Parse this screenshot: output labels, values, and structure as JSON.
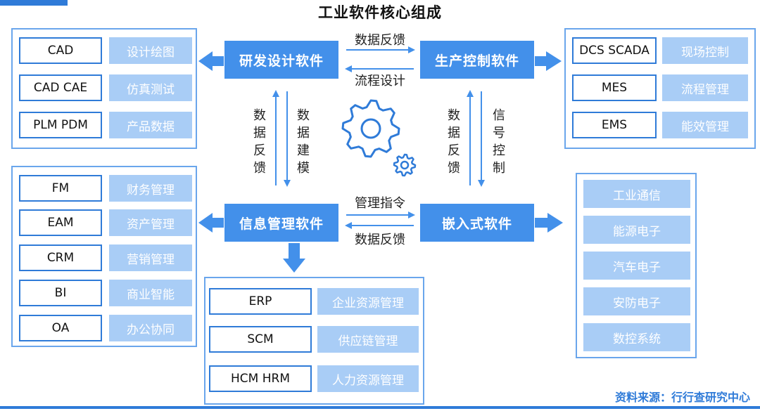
{
  "title": "工业软件核心组成",
  "source": "资料来源：行行查研究中心",
  "colors": {
    "accent": "#2f7bd8",
    "core": "#4390ea",
    "light": "#a9cdf6",
    "panel_border": "#6aa6ec"
  },
  "core": {
    "rd": "研发设计软件",
    "prod": "生产控制软件",
    "info": "信息管理软件",
    "embed": "嵌入式软件"
  },
  "links": {
    "rd_prod_top": "数据反馈",
    "rd_prod_bottom": "流程设计",
    "info_embed_top": "管理指令",
    "info_embed_bottom": "数据反馈",
    "rd_info_left": "数据反馈",
    "rd_info_right": "数据建模",
    "prod_embed_left": "数据反馈",
    "prod_embed_right": "信号控制"
  },
  "rd_panel": [
    {
      "code": "CAD",
      "desc": "设计绘图"
    },
    {
      "code": "CAD CAE",
      "desc": "仿真测试"
    },
    {
      "code": "PLM PDM",
      "desc": "产品数据"
    }
  ],
  "prod_panel": [
    {
      "code": "DCS SCADA",
      "desc": "现场控制"
    },
    {
      "code": "MES",
      "desc": "流程管理"
    },
    {
      "code": "EMS",
      "desc": "能效管理"
    }
  ],
  "info_panel": [
    {
      "code": "FM",
      "desc": "财务管理"
    },
    {
      "code": "EAM",
      "desc": "资产管理"
    },
    {
      "code": "CRM",
      "desc": "营销管理"
    },
    {
      "code": "BI",
      "desc": "商业智能"
    },
    {
      "code": "OA",
      "desc": "办公协同"
    }
  ],
  "enterprise_panel": [
    {
      "code": "ERP",
      "desc": "企业资源管理"
    },
    {
      "code": "SCM",
      "desc": "供应链管理"
    },
    {
      "code": "HCM HRM",
      "desc": "人力资源管理"
    }
  ],
  "embed_panel": [
    "工业通信",
    "能源电子",
    "汽车电子",
    "安防电子",
    "数控系统"
  ],
  "icons": {
    "center": "gear-icon"
  }
}
